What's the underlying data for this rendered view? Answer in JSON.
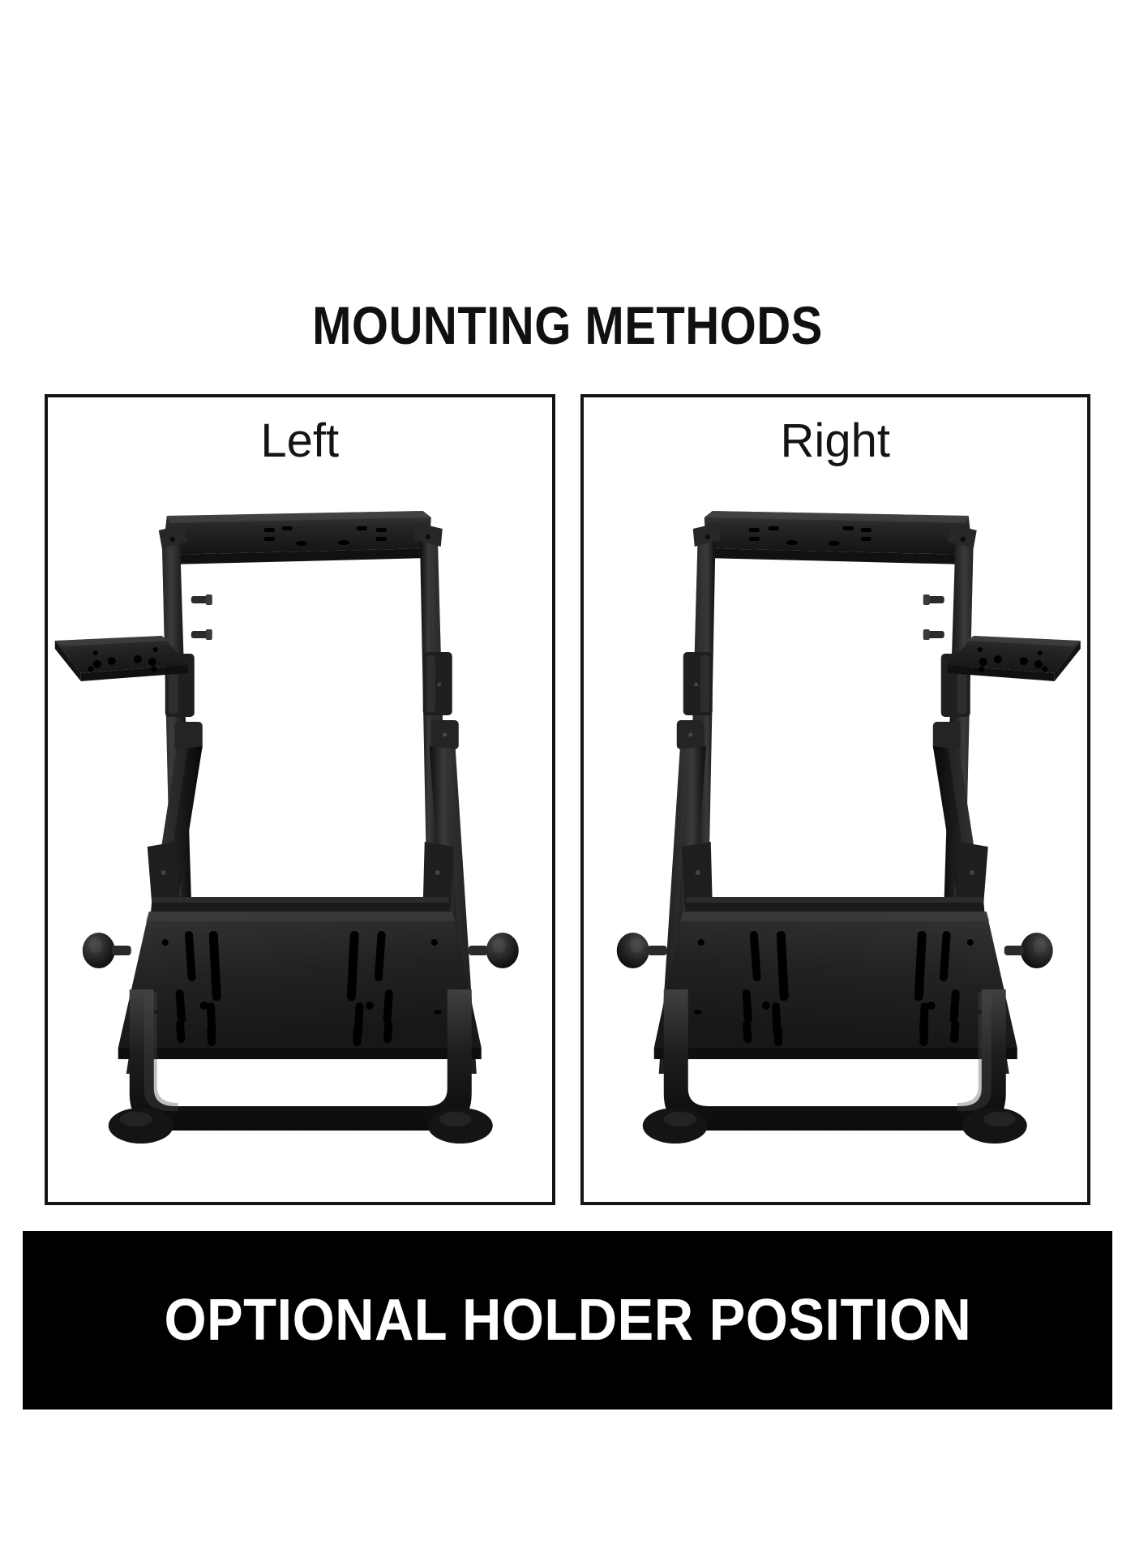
{
  "header": {
    "title": "MOUNTING METHODS"
  },
  "panels": [
    {
      "label": "Left",
      "figure_name": "racing-wheel-stand-holder-left",
      "orientation": "left"
    },
    {
      "label": "Right",
      "figure_name": "racing-wheel-stand-holder-right",
      "orientation": "right"
    }
  ],
  "banner": {
    "text": "OPTIONAL HOLDER POSITION",
    "background_color": "#000000",
    "text_color": "#ffffff"
  },
  "colors": {
    "page_background": "#ffffff",
    "title_color": "#101010",
    "panel_border": "#151515",
    "product_black": "#1c1c1c",
    "product_highlight": "#4a4a4a",
    "product_shadow": "#0a0a0a"
  }
}
